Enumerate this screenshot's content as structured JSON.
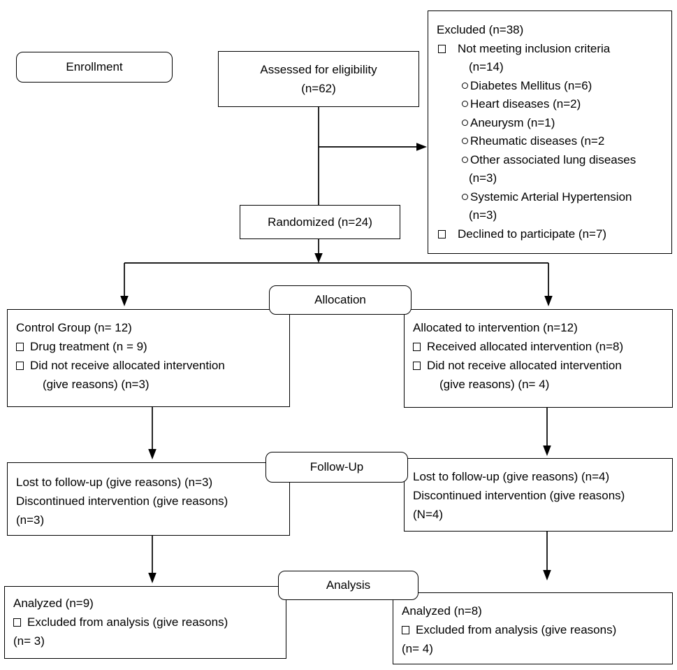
{
  "diagram": {
    "title_semantic": "CONSORT participant flow diagram",
    "stage_labels": {
      "enrollment": "Enrollment",
      "allocation": "Allocation",
      "followup": "Follow-Up",
      "analysis": "Analysis"
    },
    "assessed": {
      "lines": [
        "Assessed for eligibility",
        "(n=62)"
      ]
    },
    "randomized_label": "Randomized (n=24)",
    "excluded": {
      "lines": [
        {
          "indent": 0,
          "bullet": null,
          "text": "Excluded (n=38)"
        },
        {
          "indent": 0,
          "bullet": "square",
          "text": "Not meeting inclusion criteria"
        },
        {
          "indent": 2,
          "bullet": null,
          "text": "(n=14)"
        },
        {
          "indent": 1,
          "bullet": "circle",
          "text": "Diabetes Mellitus (n=6)"
        },
        {
          "indent": 1,
          "bullet": "circle",
          "text": "Heart diseases (n=2)"
        },
        {
          "indent": 1,
          "bullet": "circle",
          "text": "Aneurysm (n=1)"
        },
        {
          "indent": 1,
          "bullet": "circle",
          "text": "Rheumatic diseases (n=2"
        },
        {
          "indent": 1,
          "bullet": "circle",
          "text": "Other associated lung diseases"
        },
        {
          "indent": 2,
          "bullet": null,
          "text": "(n=3)"
        },
        {
          "indent": 1,
          "bullet": "circle",
          "text": "Systemic Arterial Hypertension"
        },
        {
          "indent": 2,
          "bullet": null,
          "text": "(n=3)"
        },
        {
          "indent": 0,
          "bullet": "square",
          "text": "Declined to participate (n=7)"
        }
      ]
    },
    "control": {
      "lines": [
        {
          "indent": 0,
          "bullet": null,
          "text": "Control Group (n= 12)"
        },
        {
          "indent": 0,
          "bullet": "square",
          "text": "Drug treatment (n = 9)"
        },
        {
          "indent": 0,
          "bullet": "square",
          "text": "Did not receive allocated intervention"
        },
        {
          "indent": 2,
          "bullet": null,
          "text": "(give reasons) (n=3)"
        }
      ]
    },
    "intervention": {
      "lines": [
        {
          "indent": 0,
          "bullet": null,
          "text": "Allocated to intervention (n=12)"
        },
        {
          "indent": 0,
          "bullet": "square",
          "text": "Received allocated intervention (n=8)"
        },
        {
          "indent": 0,
          "bullet": "square",
          "text": "Did not receive allocated intervention"
        },
        {
          "indent": 2,
          "bullet": null,
          "text": "(give reasons) (n= 4)"
        }
      ]
    },
    "followup_left": {
      "lines": [
        {
          "indent": 0,
          "bullet": null,
          "text": "Lost to follow-up (give reasons) (n=3)"
        },
        {
          "indent": 0,
          "bullet": null,
          "text": "Discontinued intervention (give reasons)"
        },
        {
          "indent": 0,
          "bullet": null,
          "text": "(n=3)"
        }
      ]
    },
    "followup_right": {
      "lines": [
        {
          "indent": 0,
          "bullet": null,
          "text": "Lost to follow-up (give reasons) (n=4)"
        },
        {
          "indent": 0,
          "bullet": null,
          "text": "Discontinued intervention (give reasons)"
        },
        {
          "indent": 0,
          "bullet": null,
          "text": "(N=4)"
        }
      ]
    },
    "analysis_left": {
      "lines": [
        {
          "indent": 0,
          "bullet": null,
          "text": "Analyzed (n=9)"
        },
        {
          "indent": 0,
          "bullet": "square",
          "text": "Excluded from analysis (give reasons)"
        },
        {
          "indent": 0,
          "bullet": null,
          "text": "(n= 3)"
        }
      ]
    },
    "analysis_right": {
      "lines": [
        {
          "indent": 0,
          "bullet": null,
          "text": "Analyzed (n=8)"
        },
        {
          "indent": 0,
          "bullet": "square",
          "text": "Excluded from analysis (give reasons)"
        },
        {
          "indent": 0,
          "bullet": null,
          "text": "(n= 4)"
        }
      ]
    }
  },
  "colors": {
    "line": "#000000",
    "box_background": "#ffffff",
    "text": "#000000"
  }
}
